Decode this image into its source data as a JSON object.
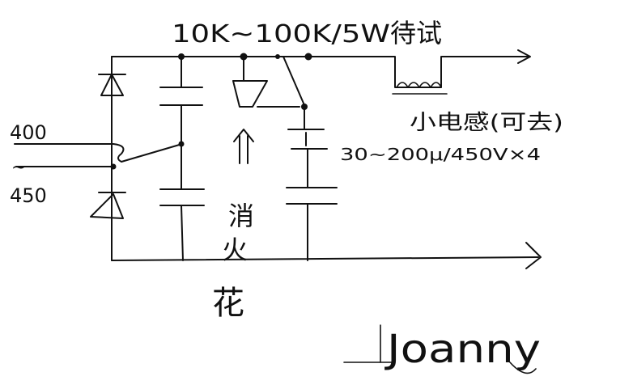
{
  "labels": {
    "resistor_spec": "10K~100K/5W",
    "resistor_note": "待试",
    "input_top": "400",
    "input_mid": "~",
    "input_bottom": "450",
    "inductor_note": "小电感(可去)",
    "capacitor_spec": "30~200μ/450V×4",
    "vertical_note_1": "消",
    "vertical_note_2": "火",
    "vertical_note_3": "花",
    "signature": "Joanny"
  },
  "colors": {
    "ink": "#111111",
    "paper": "#ffffff"
  }
}
